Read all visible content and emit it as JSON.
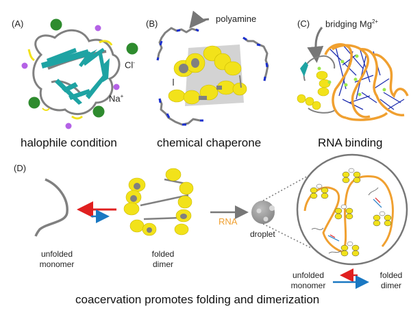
{
  "figure": {
    "panels": [
      {
        "id": "A",
        "letter": "(A)",
        "caption": "halophile condition",
        "labels": {
          "chloride": "Cl",
          "chloride_sup": "-",
          "sodium": "Na",
          "sodium_sup": "+"
        }
      },
      {
        "id": "B",
        "letter": "(B)",
        "caption": "chemical chaperone",
        "labels": {
          "polyamine": "polyamine"
        }
      },
      {
        "id": "C",
        "letter": "(C)",
        "caption": "RNA binding",
        "labels": {
          "mg": "bridging Mg",
          "mg_sup": "2+"
        }
      },
      {
        "id": "D",
        "letter": "(D)",
        "caption": "coacervation promotes folding and dimerization",
        "labels": {
          "unfolded_line1": "unfolded",
          "unfolded_line2": "monomer",
          "folded_line1": "folded",
          "folded_line2": "dimer",
          "rna": "RNA",
          "droplet": "droplet",
          "legend_unfolded_line1": "unfolded",
          "legend_unfolded_line2": "monomer",
          "legend_folded_line1": "folded",
          "legend_folded_line2": "dimer"
        }
      }
    ],
    "colors": {
      "beta_strand": "#1ea3a3",
      "helix": "#f2e21a",
      "loop": "#808080",
      "chloride": "#2e8b2e",
      "sodium": "#b462e6",
      "nitrogen": "#1a2fcf",
      "rna": "#f0a030",
      "rna_bases": "#2030b0",
      "magnesium": "#9be84a",
      "arrow_unfold": "#e02020",
      "arrow_fold": "#1a78c2",
      "rna_label": "#f0a030"
    }
  }
}
